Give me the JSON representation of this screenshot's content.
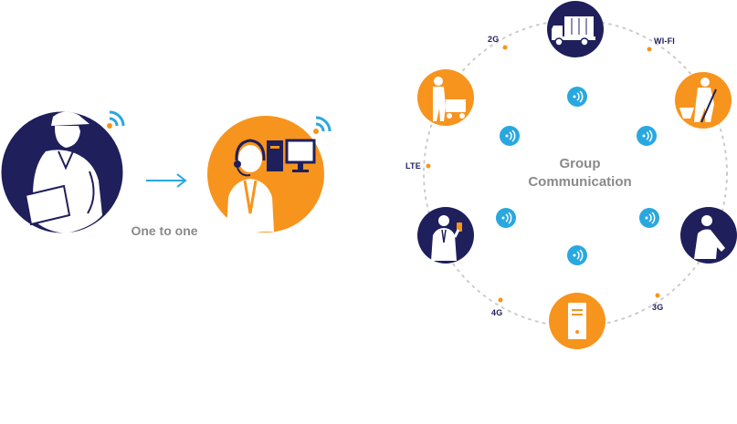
{
  "left_diagram": {
    "label": "One to one",
    "colors": {
      "navy": "#1f1f5c",
      "orange": "#f7941d",
      "blue": "#29a8e0"
    }
  },
  "right_diagram": {
    "center_label_line1": "Group",
    "center_label_line2": "Communication",
    "network_labels": [
      "2G",
      "WI-FI",
      "LTE",
      "4G",
      "3G"
    ],
    "node_icons": [
      "truck-icon",
      "worker-with-cart-icon",
      "worker-with-spade-icon",
      "businessman-with-phone-icon",
      "field-worker-icon",
      "server-tower-icon"
    ]
  }
}
